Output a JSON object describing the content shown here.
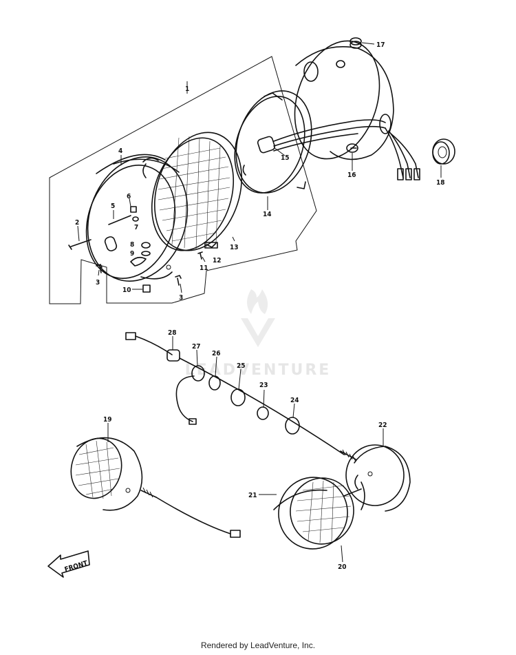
{
  "callouts": {
    "c1": "1",
    "c2": "2",
    "c3a": "3",
    "c3b": "3",
    "c4": "4",
    "c5": "5",
    "c6": "6",
    "c7": "7",
    "c8": "8",
    "c9": "9",
    "c10": "10",
    "c11": "11",
    "c12": "12",
    "c13": "13",
    "c14": "14",
    "c15": "15",
    "c16": "16",
    "c17": "17",
    "c18": "18",
    "c19": "19",
    "c20": "20",
    "c21": "21",
    "c22": "22",
    "c23": "23",
    "c24": "24",
    "c25": "25",
    "c26": "26",
    "c27": "27",
    "c28": "28"
  },
  "front_arrow_label": "FRONT",
  "watermark_text": "LEADVENTURE",
  "footer_text": "Rendered by LeadVenture, Inc."
}
